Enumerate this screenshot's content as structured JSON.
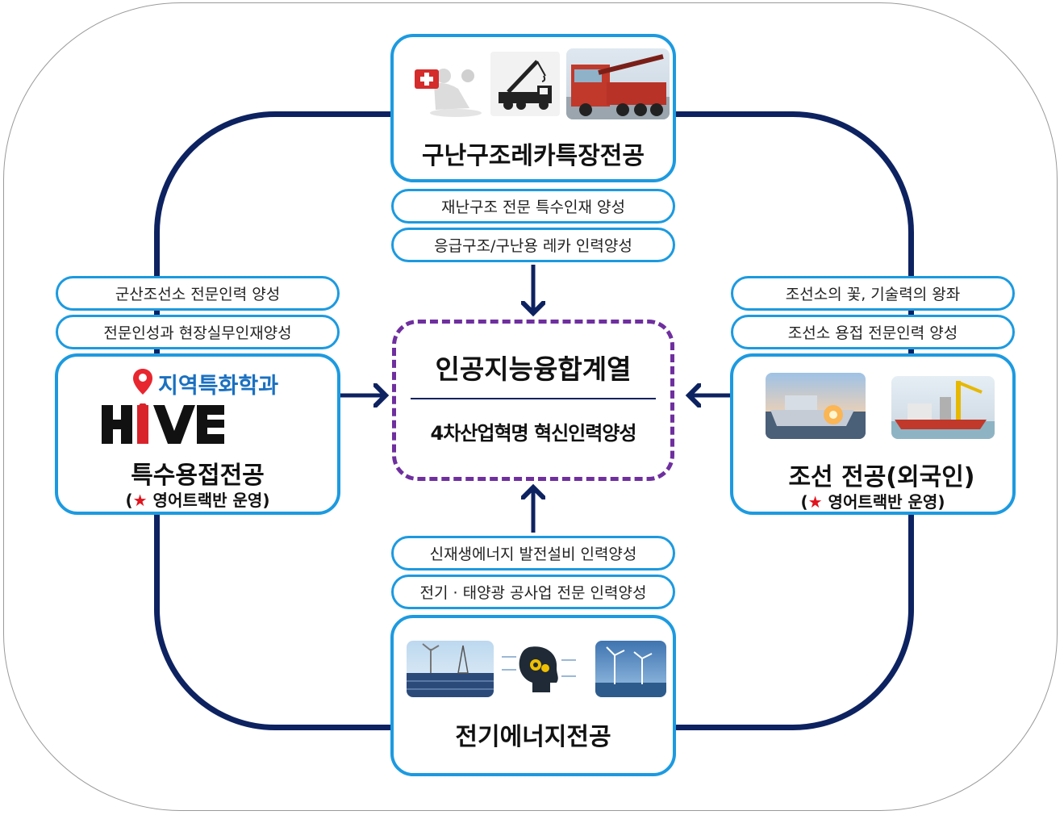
{
  "top": {
    "title": "구난구조레카특장전공",
    "pills": [
      "재난구조 전문 특수인재 양성",
      "응급구조/구난용 레카 인력양성"
    ]
  },
  "left": {
    "pills": [
      "군산조선소 전문인력 양성",
      "전문인성과 현장실무인재양성"
    ],
    "badge": "지역특화학과",
    "logo": "HIVE",
    "title": "특수용접전공",
    "note_prefix": "(",
    "note_star": "★",
    "note": " 영어트랙반 운영)"
  },
  "right": {
    "pills": [
      "조선소의 꽃, 기술력의 왕좌",
      "조선소 용접 전문인력 양성"
    ],
    "title": "조선 전공(외국인)",
    "note_prefix": "(",
    "note_star": "★",
    "note": " 영어트랙반 운영)"
  },
  "bottom": {
    "pills": [
      "신재생에너지 발전설비 인력양성",
      "전기 · 태양광 공사업 전문 인력양성"
    ],
    "title": "전기에너지전공"
  },
  "center": {
    "title": "인공지능융합계열",
    "subtitle": "4차산업혁명 혁신인력양성"
  },
  "colors": {
    "box_border": "#1c9ae0",
    "ring": "#0d2260",
    "center_border": "#6f2f9f",
    "badge_text": "#1a70c0",
    "star": "#e0141e"
  }
}
